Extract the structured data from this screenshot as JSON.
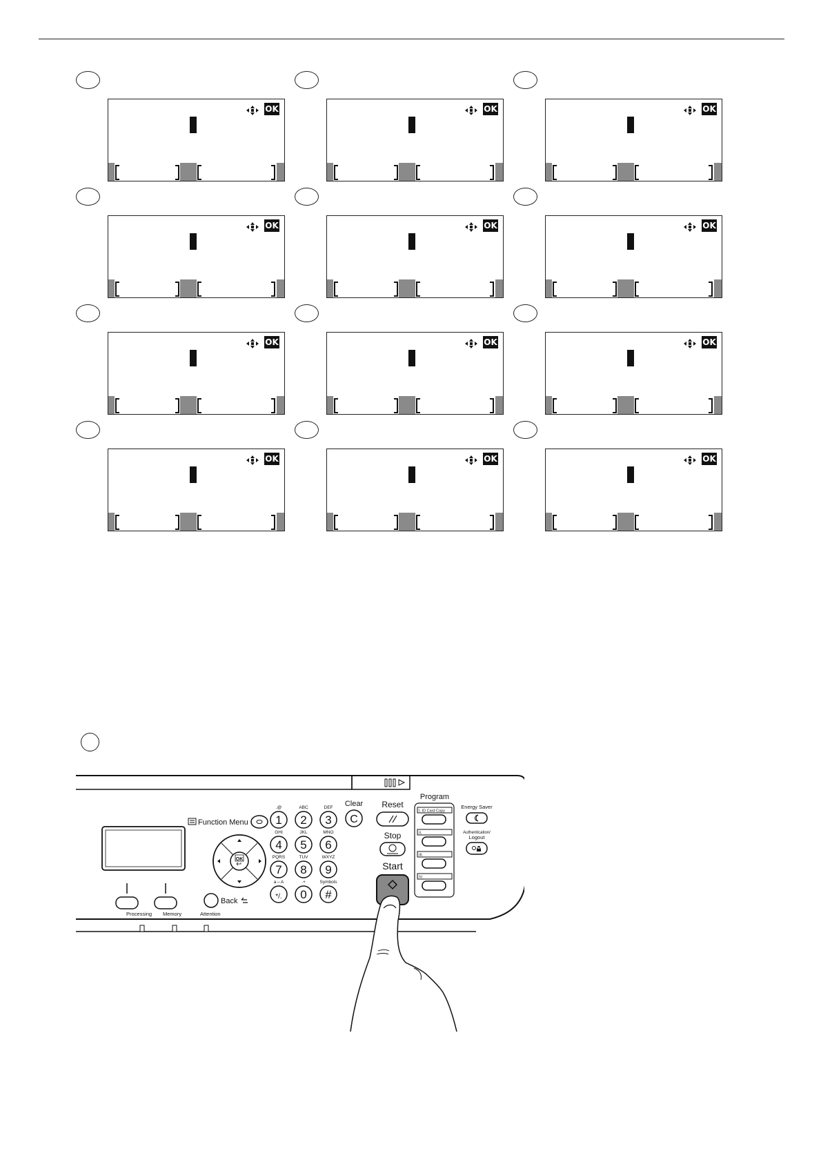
{
  "lcd_screens": {
    "ok_label": "OK",
    "count": 12
  },
  "control_panel": {
    "function_menu_label": "Function Menu",
    "back_label": "Back",
    "ok_key_label": "OK",
    "clear_label": "Clear",
    "reset_label": "Reset",
    "stop_label": "Stop",
    "start_label": "Start",
    "program_label": "Program",
    "program_keys": [
      "I. ID Card Copy",
      "II.",
      "III.",
      "IV."
    ],
    "energy_saver_label": "Energy Saver",
    "auth_label_1": "Authentication/",
    "auth_label_2": "Logout",
    "indicators": [
      "Processing",
      "Memory",
      "Attention"
    ],
    "keypad": [
      {
        "digit": "1",
        "letters": ".@"
      },
      {
        "digit": "2",
        "letters": "ABC"
      },
      {
        "digit": "3",
        "letters": "DEF"
      },
      {
        "digit": "4",
        "letters": "GHI"
      },
      {
        "digit": "5",
        "letters": "JKL"
      },
      {
        "digit": "6",
        "letters": "MNO"
      },
      {
        "digit": "7",
        "letters": "PQRS"
      },
      {
        "digit": "8",
        "letters": "TUV"
      },
      {
        "digit": "9",
        "letters": "WXYZ"
      },
      {
        "digit": "*/.",
        "letters": "a⇔A"
      },
      {
        "digit": "0",
        "letters": "·+"
      },
      {
        "digit": "#",
        "letters": "Symbols"
      }
    ]
  }
}
